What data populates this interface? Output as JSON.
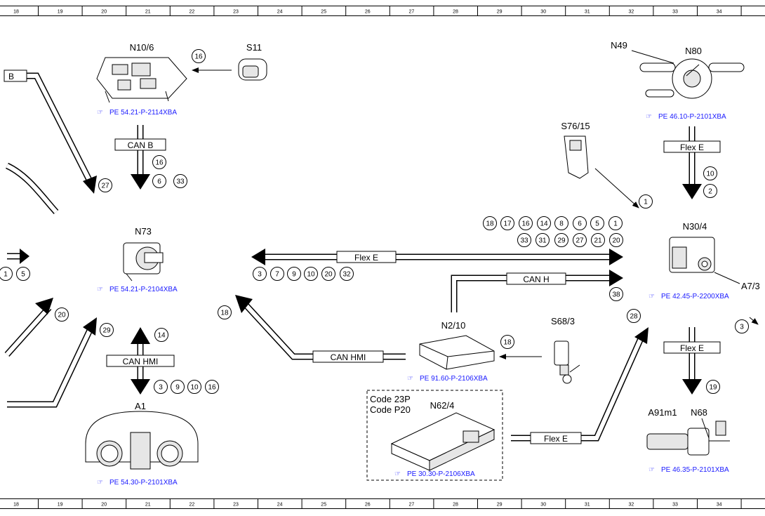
{
  "ruler": {
    "columns": [
      "18",
      "19",
      "20",
      "21",
      "22",
      "23",
      "24",
      "25",
      "26",
      "27",
      "28",
      "29",
      "30",
      "31",
      "32",
      "33",
      "34"
    ]
  },
  "components": {
    "n10_6": "N10/6",
    "s11": "S11",
    "n49": "N49",
    "n80": "N80",
    "s76_15": "S76/15",
    "n73": "N73",
    "n30_4": "N30/4",
    "a7_3": "A7/3",
    "n2_10": "N2/10",
    "s68_3": "S68/3",
    "a1": "A1",
    "n62_4": "N62/4",
    "a91m1": "A91m1",
    "n68": "N68",
    "left_b": "B"
  },
  "codes": {
    "line1": "Code 23P",
    "line2": "Code P20"
  },
  "refs": {
    "n10_6": "PE 54.21-P-2114XBA",
    "n80": "PE 46.10-P-2101XBA",
    "n73": "PE 54.21-P-2104XBA",
    "n30_4": "PE 42.45-P-2200XBA",
    "n2_10": "PE 91.60-P-2106XBA",
    "a1": "PE 54.30-P-2101XBA",
    "n62_4": "PE 30.30-P-2106XBA",
    "a91m1": "PE 46.35-P-2101XBA"
  },
  "buses": {
    "can_b": "CAN B",
    "flex_e_top": "Flex E",
    "flex_e_main": "Flex E",
    "can_h": "CAN H",
    "can_hmi_left": "CAN HMI",
    "can_hmi_n2": "CAN HMI",
    "flex_e_right": "Flex E",
    "flex_e_bottom": "Flex E"
  },
  "circles": {
    "c16_s11": "16",
    "c27": "27",
    "c16_canb": "16",
    "c6_canb": "6",
    "c33_canb": "33",
    "c10_n80": "10",
    "c2_n80": "2",
    "c1_s76": "1",
    "c_edge_left": "1",
    "c5_left": "5",
    "c20_left": "20",
    "c29": "29",
    "c14": "14",
    "c3_hmi": "3",
    "c9_hmi": "9",
    "c10_hmi": "10",
    "c16_hmi": "16",
    "c18_hmi": "18",
    "c18_s68": "18",
    "c38": "38",
    "c28": "28",
    "c3_right": "3",
    "c19": "19",
    "c_flex_top_1": "18",
    "c_flex_top_2": "17",
    "c_flex_top_3": "16",
    "c_flex_top_4": "14",
    "c_flex_top_5": "8",
    "c_flex_top_6": "6",
    "c_flex_top_7": "5",
    "c_flex_top_8": "1",
    "c_flex_mid_1": "33",
    "c_flex_mid_2": "31",
    "c_flex_mid_3": "29",
    "c_flex_mid_4": "27",
    "c_flex_mid_5": "21",
    "c_flex_mid_6": "20",
    "c_flex_bot_1": "3",
    "c_flex_bot_2": "7",
    "c_flex_bot_3": "9",
    "c_flex_bot_4": "10",
    "c_flex_bot_5": "20",
    "c_flex_bot_6": "32"
  }
}
